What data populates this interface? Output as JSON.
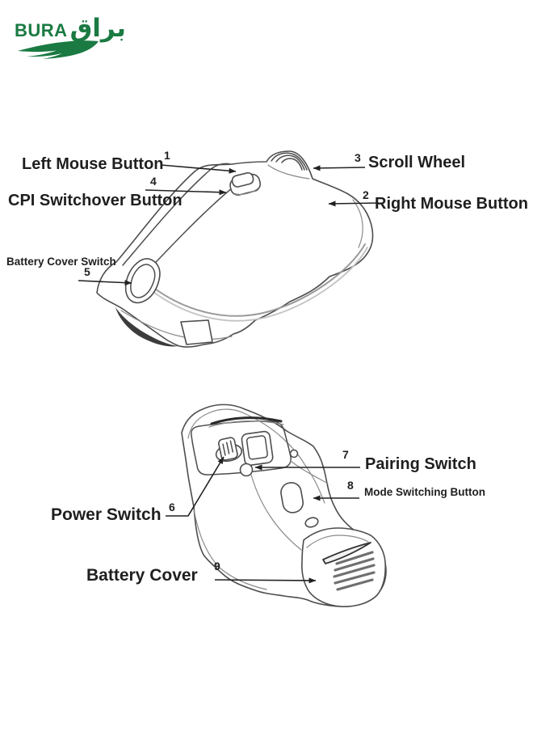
{
  "brand": {
    "name_latin": "BURA",
    "name_arabic": "براق",
    "color": "#1a7a42"
  },
  "diagram": {
    "top_view": {
      "callouts": [
        {
          "num": "1",
          "label": "Left Mouse Button"
        },
        {
          "num": "2",
          "label": "Right Mouse Button"
        },
        {
          "num": "3",
          "label": "Scroll Wheel"
        },
        {
          "num": "4",
          "label": "CPI Switchover Button"
        },
        {
          "num": "5",
          "label": "Battery Cover Switch"
        }
      ]
    },
    "bottom_view": {
      "callouts": [
        {
          "num": "6",
          "label": "Power Switch"
        },
        {
          "num": "7",
          "label": "Pairing Switch"
        },
        {
          "num": "8",
          "label": "Mode Switching Button"
        },
        {
          "num": "9",
          "label": "Battery Cover"
        }
      ]
    }
  },
  "colors": {
    "ink": "#1f1f1f",
    "line_art": "#4d4d4d",
    "brand_green": "#1a7a42"
  }
}
